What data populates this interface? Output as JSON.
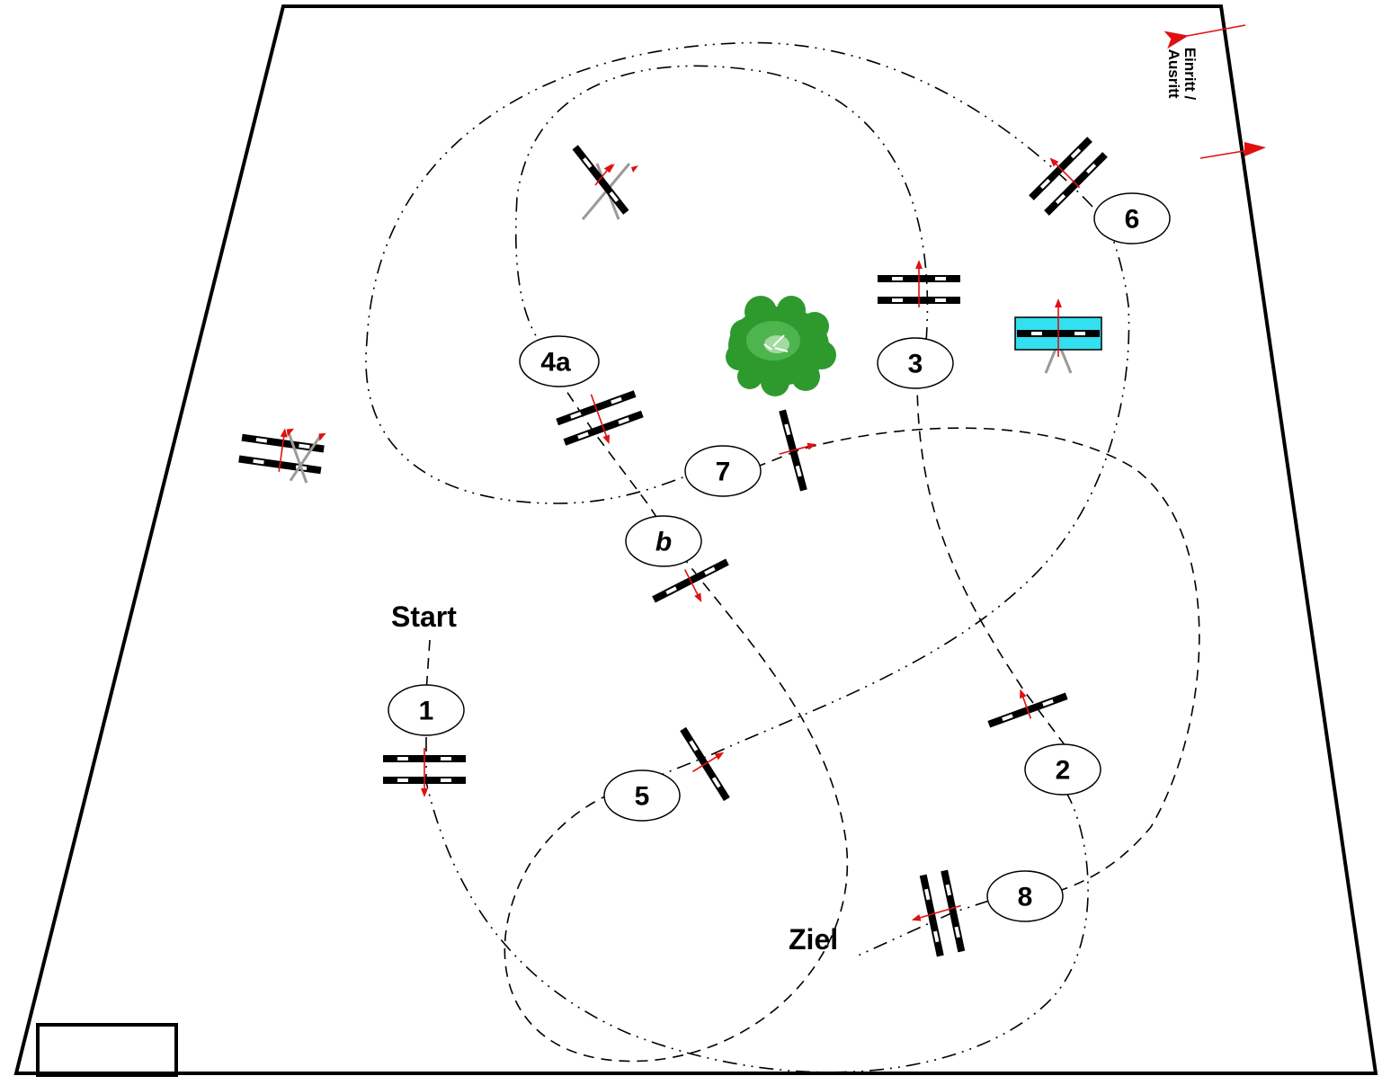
{
  "diagram": {
    "labels": {
      "start": "Start",
      "finish": "Ziel",
      "entrance_line1": "Einritt /",
      "entrance_line2": "Ausritt"
    },
    "obstacle_numbers": [
      "1",
      "2",
      "3",
      "4a",
      "b",
      "5",
      "6",
      "7",
      "8"
    ],
    "colors": {
      "arrow": "#e01010",
      "water_jump": "#33e0f0",
      "tree": "#2e9a2e",
      "border": "#000000",
      "wing_stand": "#9a9a9a"
    },
    "icons": {
      "tree": "tree-icon",
      "water": "water-jump-icon",
      "rail": "jump-rail-icon"
    }
  }
}
